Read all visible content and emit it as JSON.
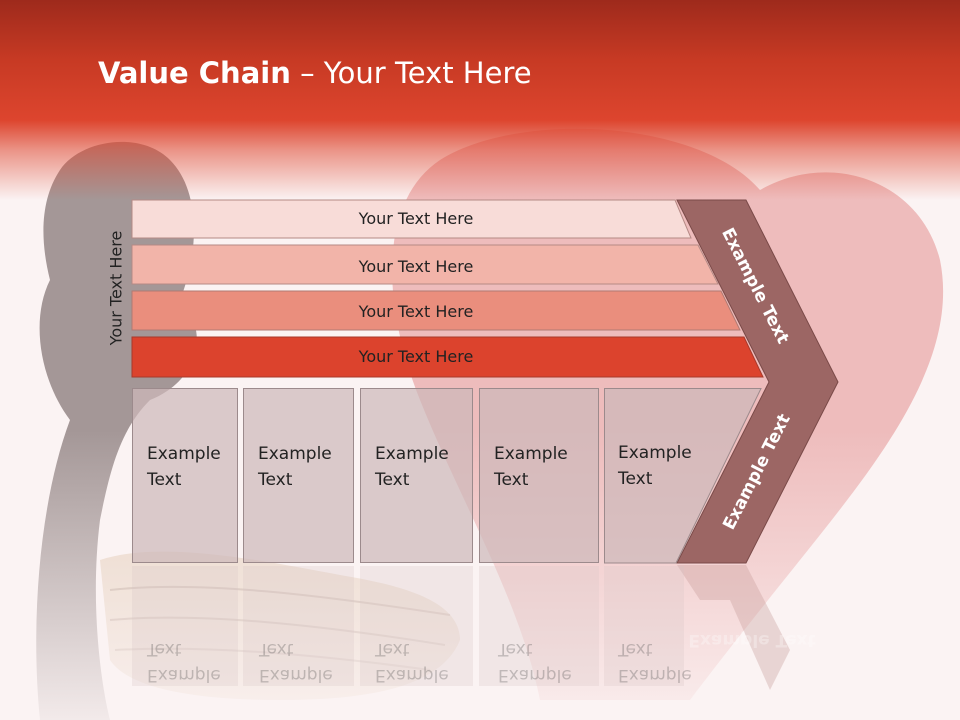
{
  "title": {
    "bold": "Value Chain",
    "rest": " – Your Text Here"
  },
  "side_label": "Your Text Here",
  "bars": [
    {
      "label": "Your Text Here",
      "color": "#f8dcd8"
    },
    {
      "label": "Your Text Here",
      "color": "#f2b4a9"
    },
    {
      "label": "Your Text Here",
      "color": "#ea8e7d"
    },
    {
      "label": "Your Text Here",
      "color": "#dc432d"
    }
  ],
  "boxes": [
    {
      "line1": "Example",
      "line2": "Text"
    },
    {
      "line1": "Example",
      "line2": "Text"
    },
    {
      "line1": "Example",
      "line2": "Text"
    },
    {
      "line1": "Example",
      "line2": "Text"
    },
    {
      "line1": "Example",
      "line2": "Text"
    }
  ],
  "chevron": {
    "upper": "Example Text",
    "lower": "Example Text",
    "color": "#9c6664"
  }
}
